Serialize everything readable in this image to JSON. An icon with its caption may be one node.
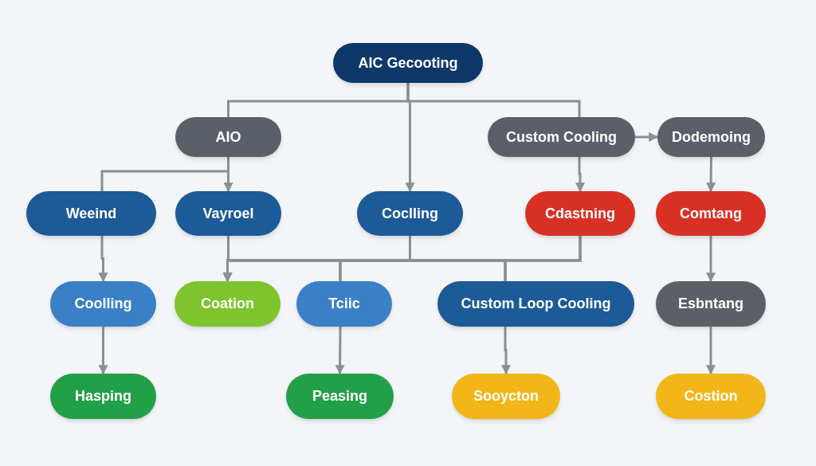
{
  "diagram": {
    "nodes": [
      {
        "text": [
          "AIC Gecooting"
        ]
      },
      {
        "text": [
          "AIO"
        ]
      },
      {
        "text": [
          "Custom Cooling"
        ]
      },
      {
        "text": [
          "Dodemoing"
        ]
      },
      {
        "text": [
          "Weeind"
        ]
      },
      {
        "text": [
          "Vayroel"
        ]
      },
      {
        "text": [
          "Coclling"
        ]
      },
      {
        "text": [
          "Cdastning"
        ]
      },
      {
        "text": [
          "Comtang"
        ]
      },
      {
        "text": [
          "Coolling"
        ]
      },
      {
        "text": [
          "Coation"
        ]
      },
      {
        "text": [
          "Tciic"
        ]
      },
      {
        "text": [
          "Custom Loop Cooling"
        ]
      },
      {
        "text": [
          "Esbntang"
        ]
      },
      {
        "text": [
          "Hasping"
        ]
      },
      {
        "text": [
          "Peasing"
        ]
      },
      {
        "text": [
          "Sooycton"
        ]
      },
      {
        "text": [
          "Costion"
        ]
      }
    ],
    "edges": [
      {
        "from": 0,
        "to": 1,
        "arrow": "none"
      },
      {
        "from": 0,
        "to": 6,
        "arrow": "to"
      },
      {
        "from": 0,
        "to": 2,
        "arrow": "none"
      },
      {
        "from": 1,
        "to": 4,
        "arrow": "none"
      },
      {
        "from": 1,
        "to": 5,
        "arrow": "to"
      },
      {
        "from": 2,
        "to": 3,
        "arrow": "to"
      },
      {
        "from": 2,
        "to": 7,
        "arrow": "to"
      },
      {
        "from": 3,
        "to": 8,
        "arrow": "to"
      },
      {
        "from": 4,
        "to": 9,
        "arrow": "to"
      },
      {
        "from": 5,
        "to": 10,
        "arrow": "to"
      },
      {
        "from": 5,
        "to": 11,
        "arrow": "none"
      },
      {
        "from": 5,
        "to": 12,
        "arrow": "none"
      },
      {
        "from": 6,
        "to": 10,
        "arrow": "to"
      },
      {
        "from": 6,
        "to": 11,
        "arrow": "none"
      },
      {
        "from": 6,
        "to": 12,
        "arrow": "none"
      },
      {
        "from": 7,
        "to": 10,
        "arrow": "to"
      },
      {
        "from": 7,
        "to": 11,
        "arrow": "none"
      },
      {
        "from": 7,
        "to": 12,
        "arrow": "none"
      },
      {
        "from": 8,
        "to": 13,
        "arrow": "to"
      },
      {
        "from": 9,
        "to": 14,
        "arrow": "to"
      },
      {
        "from": 11,
        "to": 15,
        "arrow": "to"
      },
      {
        "from": 12,
        "to": 16,
        "arrow": "to"
      },
      {
        "from": 13,
        "to": 17,
        "arrow": "to"
      }
    ]
  }
}
